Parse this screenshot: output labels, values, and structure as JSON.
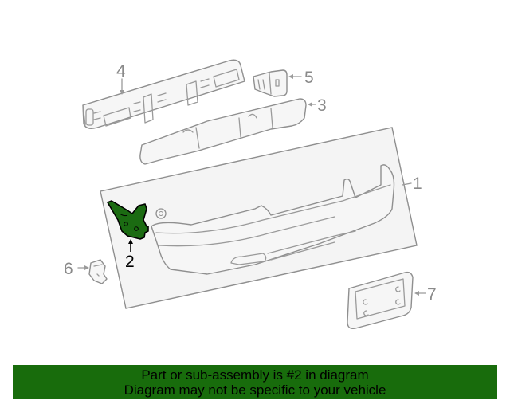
{
  "diagram": {
    "highlight_color": "#1b6b12",
    "highlighted_part": "2",
    "callouts": [
      {
        "number": "1",
        "label": "1"
      },
      {
        "number": "2",
        "label": "2"
      },
      {
        "number": "3",
        "label": "3"
      },
      {
        "number": "4",
        "label": "4"
      },
      {
        "number": "5",
        "label": "5"
      },
      {
        "number": "6",
        "label": "6"
      },
      {
        "number": "7",
        "label": "7"
      }
    ]
  },
  "banner": {
    "line1": "Part or sub-assembly is #2 in diagram",
    "line2": "Diagram may not be specific to your vehicle",
    "background": "#186c0c"
  }
}
